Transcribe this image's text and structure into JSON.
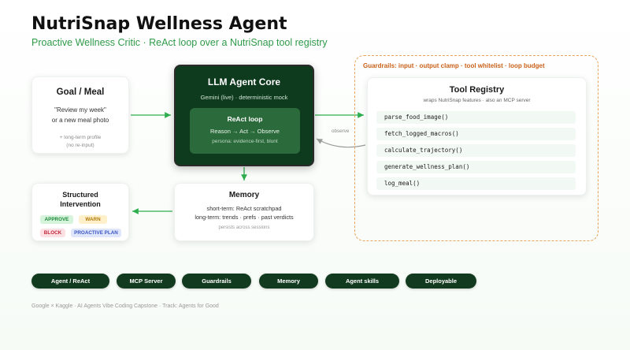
{
  "title": "NutriSnap Wellness Agent",
  "subtitle": "Proactive Wellness Critic · ReAct loop over a NutriSnap tool registry",
  "goal": {
    "title": "Goal / Meal",
    "line1": "\"Review my week\"",
    "line2": "or a new meal photo",
    "note1": "+ long-term profile",
    "note2": "(no re-input)"
  },
  "core": {
    "title": "LLM Agent Core",
    "subtitle": "Gemini (live) · deterministic mock",
    "loop_title": "ReAct loop",
    "loop_flow": "Reason → Act → Observe",
    "persona": "persona: evidence-first, blunt"
  },
  "guardrails": {
    "label": "Guardrails: input · output clamp · tool whitelist · loop budget"
  },
  "tools": {
    "title": "Tool Registry",
    "subtitle": "wraps NutriSnap features · also an MCP server",
    "items": [
      "parse_food_image()",
      "fetch_logged_macros()",
      "calculate_trajectory()",
      "generate_wellness_plan()",
      "log_meal()"
    ]
  },
  "observe_label": "observe",
  "memory": {
    "title": "Memory",
    "line1": "short-term: ReAct scratchpad",
    "line2": "long-term: trends · prefs · past verdicts",
    "note": "persists across sessions"
  },
  "intervention": {
    "title_line1": "Structured",
    "title_line2": "Intervention",
    "approve": "APPROVE",
    "warn": "WARN",
    "block": "BLOCK",
    "proactive": "PROACTIVE PLAN"
  },
  "tags": [
    "Agent / ReAct",
    "MCP Server",
    "Guardrails",
    "Memory",
    "Agent skills",
    "Deployable"
  ],
  "footer": "Google × Kaggle · AI Agents Vibe Coding Capstone · Track: Agents for Good",
  "colors": {
    "accent_green": "#2f9a4a",
    "core_dark": "#0e3b1e",
    "guardrail_orange": "#e7a45a",
    "tag_bg": "#123a1e"
  }
}
